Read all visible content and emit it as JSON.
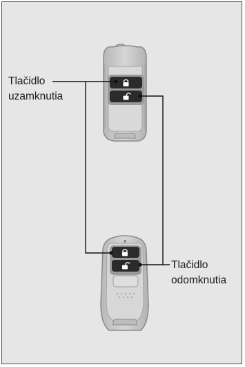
{
  "labels": {
    "lock_button": [
      "Tlačidlo",
      "uzamknutia"
    ],
    "unlock_button": [
      "Tlačidlo",
      "odomknutia"
    ]
  },
  "colors": {
    "panel_bg": "#e6e6e6",
    "key_body": "#c9c9c9",
    "button_dark": "#2b2b2b",
    "leader_line": "#111111"
  },
  "icons": {
    "lock_button": "padlock-closed-icon",
    "unlock_button": "padlock-open-icon"
  }
}
